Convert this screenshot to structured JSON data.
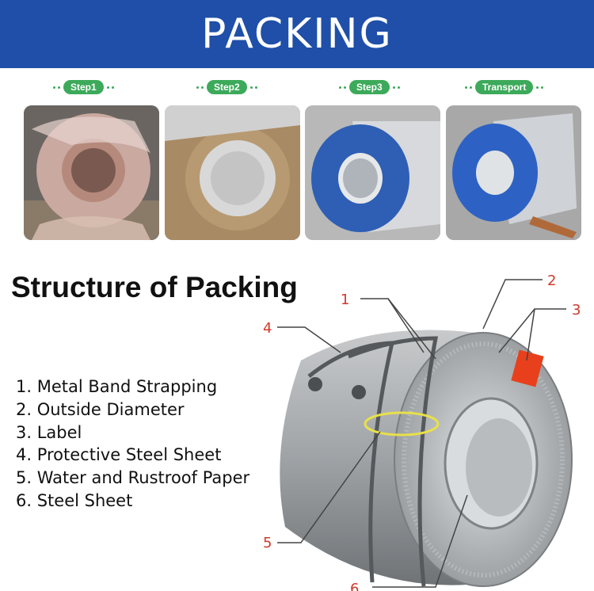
{
  "header": {
    "title": "PACKING"
  },
  "steps": [
    {
      "label": "Step1"
    },
    {
      "label": "Step2"
    },
    {
      "label": "Step3"
    },
    {
      "label": "Transport"
    }
  ],
  "structure": {
    "title": "Structure of Packing",
    "items": [
      "1. Metal Band Strapping",
      "2. Outside Diameter",
      "3. Label",
      "4. Protective Steel Sheet",
      "5. Water and Rustroof Paper",
      "6. Steel Sheet"
    ],
    "callouts": [
      "1",
      "2",
      "3",
      "4",
      "5",
      "6"
    ]
  },
  "colors": {
    "banner": "#1f4fa8",
    "step_pill": "#3caa5a",
    "callout": "#d0392b",
    "label_sticker": "#e8401c"
  }
}
